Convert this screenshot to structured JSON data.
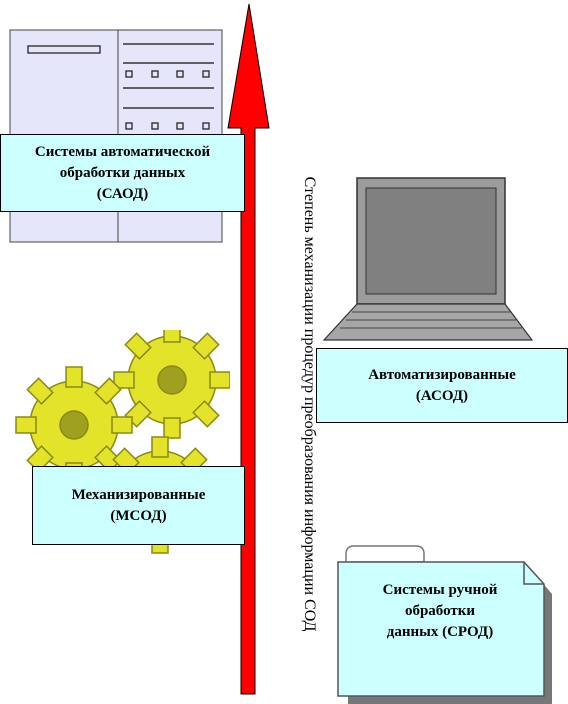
{
  "diagram": {
    "axis_label": "Степень механизации процедур преобразования информации СОД",
    "arrow_color": "#ff0000",
    "box_color": "#ccffff",
    "nodes": {
      "saod": {
        "line1": "Системы автоматической",
        "line2": "обработки данных",
        "line3": "(САОД)",
        "icon": "server-cabinet-icon"
      },
      "asod": {
        "line1": "Автоматизированные",
        "line2": "(АСОД)",
        "icon": "laptop-icon"
      },
      "msod": {
        "line1": "Механизированные",
        "line2": "(МСОД)",
        "icon": "gears-icon"
      },
      "srod": {
        "line1": "Системы ручной",
        "line2": "обработки",
        "line3": "данных (СРОД)",
        "icon": "folder-icon"
      }
    }
  }
}
